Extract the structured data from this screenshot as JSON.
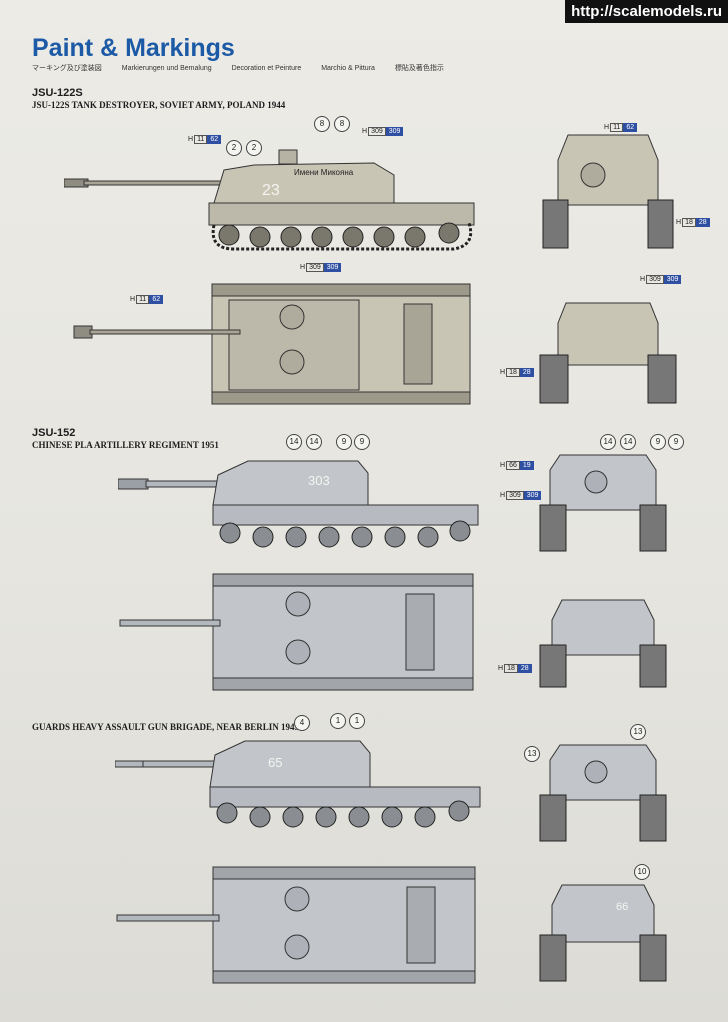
{
  "watermark": "http://scalemodels.ru",
  "header": {
    "title": "Paint & Markings",
    "subtitles": [
      "マーキング及び塗装図",
      "Markierungen und Bemalung",
      "Decoration et Peinture",
      "Marchio & Pittura",
      "標貼及著色指示"
    ]
  },
  "sections": [
    {
      "title": "JSU-122S",
      "subtitle": "JSU-122S TANK DESTROYER, SOVIET ARMY, POLAND 1944",
      "hull_text": "Имени Микояна",
      "number": "23"
    },
    {
      "title": "JSU-152",
      "subtitle": "CHINESE PLA ARTILLERY REGIMENT 1951",
      "number": "303"
    },
    {
      "title": "",
      "subtitle": "GUARDS HEAVY ASSAULT GUN BRIGADE, NEAR BERLIN 1945",
      "number": "65",
      "rear_number": "66"
    }
  ],
  "callouts": [
    "2",
    "2",
    "8",
    "8",
    "14",
    "14",
    "9",
    "9",
    "14",
    "14",
    "9",
    "9",
    "4",
    "1",
    "1",
    "13",
    "13",
    "10"
  ],
  "color_refs": [
    {
      "h": "11",
      "n": "62"
    },
    {
      "h": "309",
      "n": "309"
    },
    {
      "h": "11",
      "n": "62"
    },
    {
      "h": "18",
      "n": "28"
    },
    {
      "h": "309",
      "n": "309"
    },
    {
      "h": "11",
      "n": "62"
    },
    {
      "h": "309",
      "n": "309"
    },
    {
      "h": "18",
      "n": "28"
    },
    {
      "h": "66",
      "n": "19"
    },
    {
      "h": "309",
      "n": "309"
    },
    {
      "h": "18",
      "n": "28"
    }
  ],
  "colors": {
    "title": "#1c5aa6",
    "tank_sand": "#c9c5b5",
    "tank_grey": "#c2c6cb",
    "blue_ref": "#2e4fa2"
  }
}
